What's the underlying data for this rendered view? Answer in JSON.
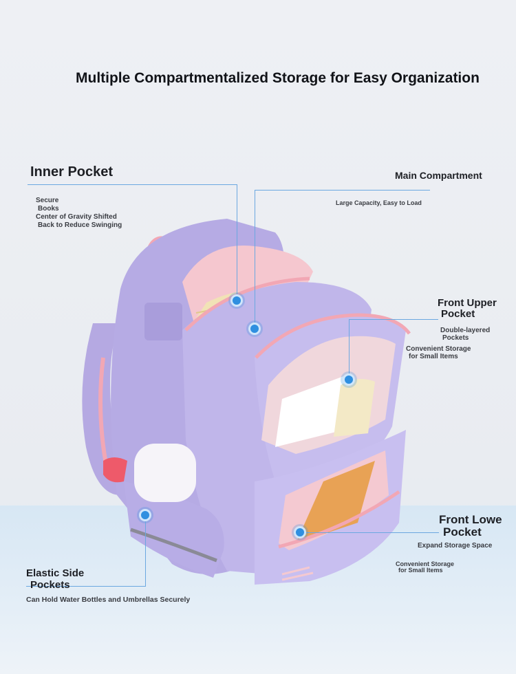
{
  "title": "Multiple Compartmentalized Storage for Easy Organization",
  "callouts": {
    "inner_pocket": {
      "heading": "Inner Pocket",
      "lines": [
        "Secure",
        "Books",
        "Center of Gravity Shifted",
        "Back to Reduce Swinging"
      ]
    },
    "main_compartment": {
      "heading": "Main Compartment",
      "lines": [
        "Large Capacity, Easy to Load"
      ]
    },
    "front_upper_pocket": {
      "heading": [
        "Front Upper",
        "Pocket"
      ],
      "lines": [
        "Double-layered",
        "Pockets",
        "Convenient Storage",
        "for Small Items"
      ]
    },
    "front_lower_pocket": {
      "heading": [
        "Front Lowe",
        "Pocket"
      ],
      "lines": [
        "Expand Storage Space",
        "Convenient Storage",
        "for Small Items"
      ]
    },
    "elastic_side_pockets": {
      "heading": [
        "Elastic Side",
        "Pockets"
      ],
      "lines": [
        "Can Hold Water Bottles and Umbrellas Securely"
      ]
    }
  },
  "colors": {
    "bag": "#b9aee6",
    "trim": "#f2a7b4",
    "callout_line": "#6aa7e0",
    "dot": "#2f8fe0"
  }
}
